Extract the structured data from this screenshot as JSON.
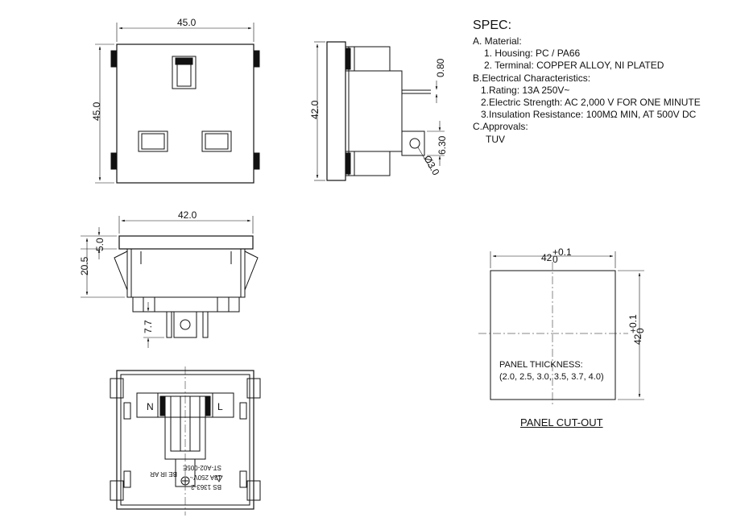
{
  "spec": {
    "title": "SPEC:",
    "a_heading": "A. Material:",
    "a_items": [
      "1.  Housing: PC / PA66",
      "2.  Terminal: COPPER ALLOY, NI PLATED"
    ],
    "b_heading": "B.Electrical Characteristics:",
    "b_items": [
      "1.Rating:  13A 250V~",
      "2.Electric Strength: AC 2,000 V FOR ONE MINUTE",
      "3.Insulation Resistance: 100MΩ MIN, AT 500V DC"
    ],
    "c_heading": "C.Approvals:",
    "c_items": [
      "TUV"
    ]
  },
  "dimensions": {
    "front_width": "45.0",
    "front_height": "45.0",
    "side_height": "42.0",
    "terminal_thickness": "0.80",
    "terminal_width": "6.30",
    "hole_dia": "Ø3.0",
    "bottom_width": "42.0",
    "flange": "5.0",
    "depth": "20.5",
    "pin_len": "7.7"
  },
  "rear_labels": {
    "n": "N",
    "l": "L",
    "r1": "BS 1363-2",
    "r2": "13A 250V~",
    "r3": "ST-A02-005E",
    "r4": "BE IR AR"
  },
  "cutout": {
    "width_label": "42",
    "width_tol": "+0.1",
    "width_tol_low": "0",
    "height_label": "42",
    "height_tol": "+0.1",
    "height_tol_low": "0",
    "thickness_title": "PANEL THICKNESS:",
    "thickness_values": "(2.0, 2.5, 3.0, 3.5, 3.7, 4.0)",
    "caption": "PANEL CUT-OUT"
  }
}
